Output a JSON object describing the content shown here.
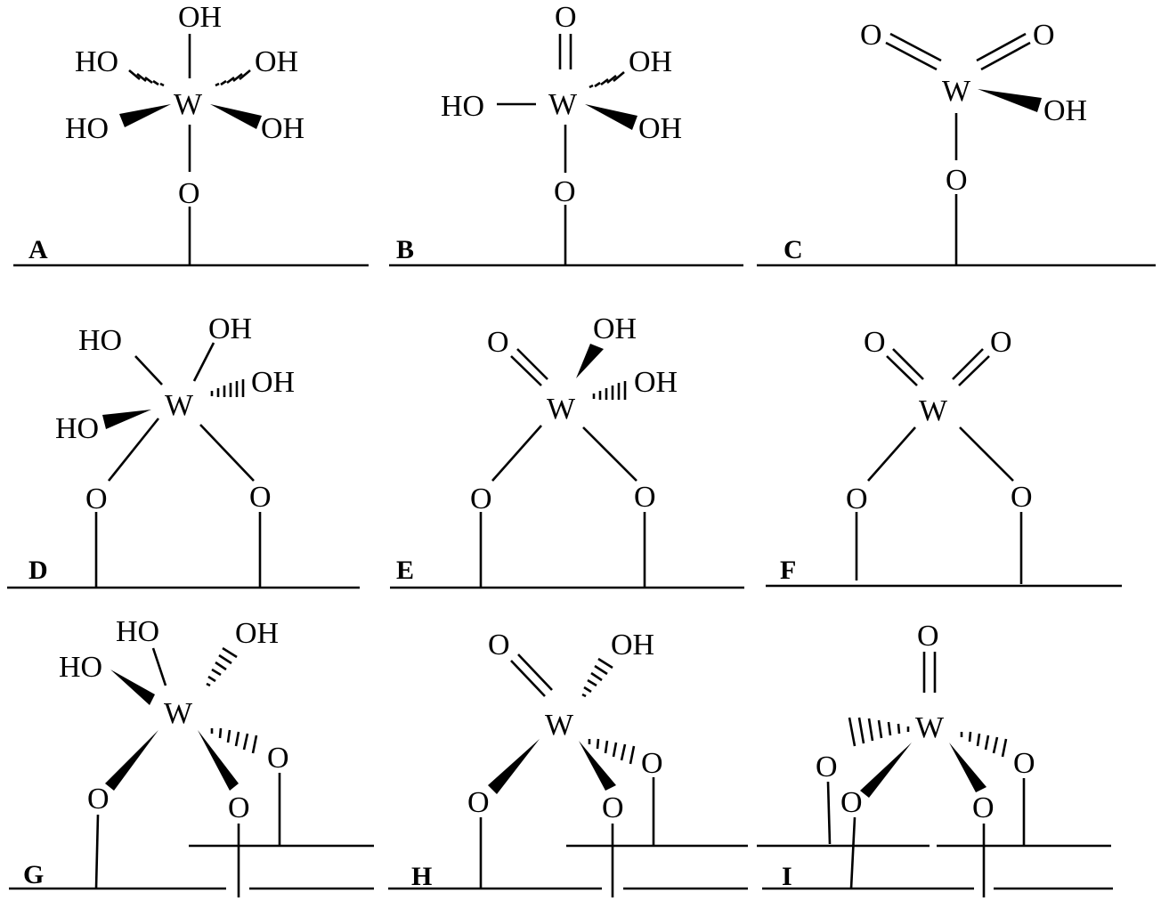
{
  "figure": {
    "description_labels": {
      "tungsten": "W",
      "oxygen": "O",
      "hydroxyl_right": "OH",
      "hydroxyl_left": "HO"
    },
    "panels": [
      {
        "id": "A",
        "label": "A"
      },
      {
        "id": "B",
        "label": "B"
      },
      {
        "id": "C",
        "label": "C"
      },
      {
        "id": "D",
        "label": "D"
      },
      {
        "id": "E",
        "label": "E"
      },
      {
        "id": "F",
        "label": "F"
      },
      {
        "id": "G",
        "label": "G"
      },
      {
        "id": "H",
        "label": "H"
      },
      {
        "id": "I",
        "label": "I"
      }
    ]
  }
}
